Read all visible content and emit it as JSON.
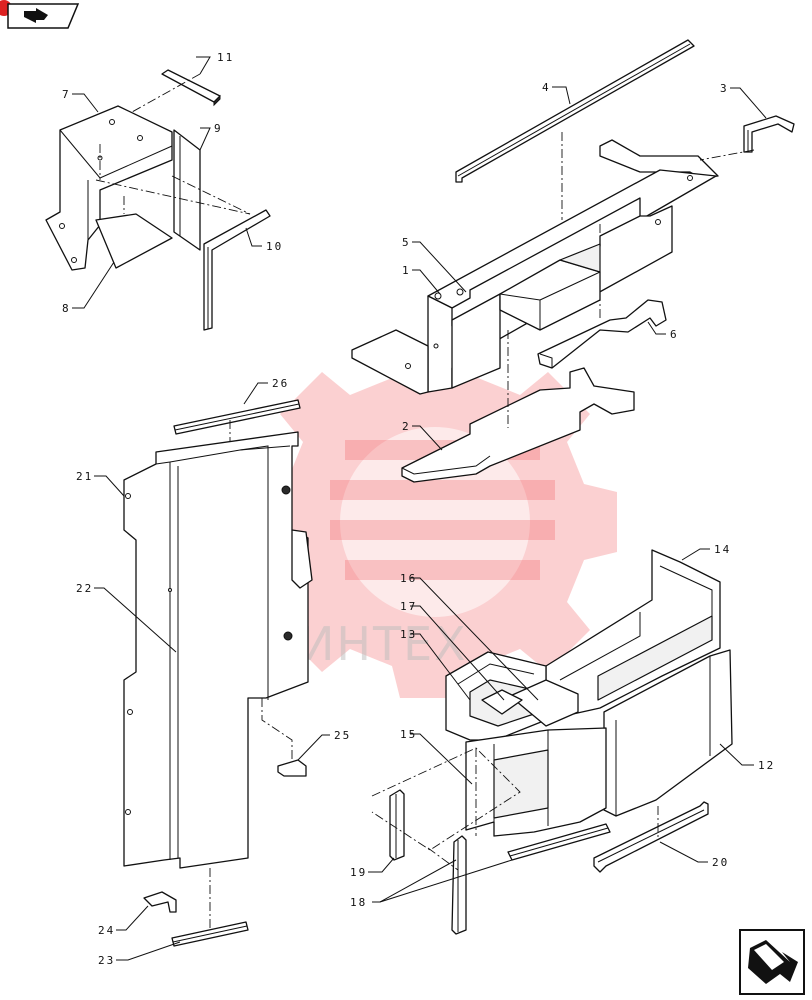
{
  "watermark_text": "ИНТЕХ",
  "callouts": {
    "c1": "1",
    "c2": "2",
    "c3": "3",
    "c4": "4",
    "c5": "5",
    "c6": "6",
    "c7": "7",
    "c8": "8",
    "c9": "9",
    "c10": "10",
    "c11": "11",
    "c12": "12",
    "c13": "13",
    "c14": "14",
    "c15": "15",
    "c16": "16",
    "c17": "17",
    "c18": "18",
    "c19": "19",
    "c20": "20",
    "c21": "21",
    "c22": "22",
    "c23": "23",
    "c24": "24",
    "c25": "25",
    "c26": "26"
  },
  "icons": {
    "top_left": "next-page-arrow-icon",
    "bottom_right": "next-page-arrow-icon"
  }
}
